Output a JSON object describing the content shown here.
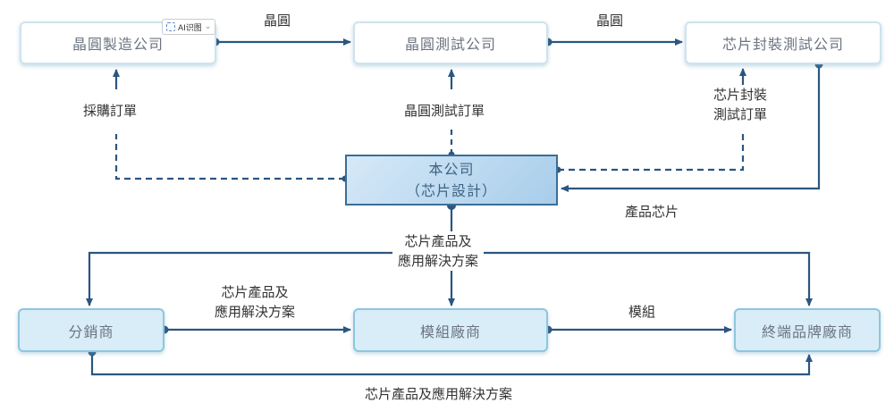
{
  "diagram": {
    "nodes": {
      "wafer_maker": "晶圓製造公司",
      "wafer_tester": "晶圓測試公司",
      "packaging_tester": "芯片封裝測試公司",
      "company_line1": "本公司",
      "company_line2": "（芯片設計）",
      "distributor": "分銷商",
      "module_maker": "模組廠商",
      "brand_maker": "終端品牌廠商"
    },
    "edge_labels": {
      "wafer_1": "晶圓",
      "wafer_2": "晶圓",
      "purchase_order": "採購訂單",
      "wafer_test_order": "晶圓測試訂單",
      "packaging_order_line1": "芯片封裝",
      "packaging_order_line2": "測試訂單",
      "product_chip": "產品芯片",
      "center_solution_line1": "芯片產品及",
      "center_solution_line2": "應用解決方案",
      "dist_solution_line1": "芯片產品及",
      "dist_solution_line2": "應用解決方案",
      "module": "模組",
      "bottom_solution": "芯片產品及應用解決方案"
    },
    "colors": {
      "line": "#2b5680",
      "center_border": "#3a6e98"
    }
  },
  "overlay": {
    "ai_badge_label": "AI识图",
    "ai_badge_chevron": "⌄"
  }
}
